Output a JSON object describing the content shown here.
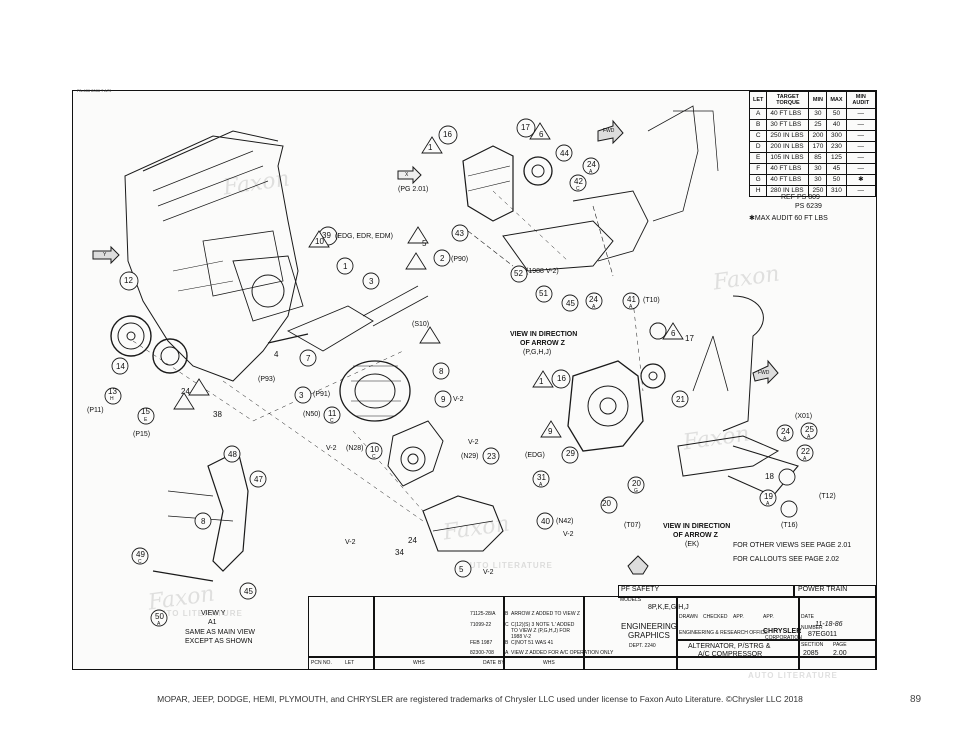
{
  "sheet": {
    "header_stamp": "PA-486 8086 7 A79",
    "torque_table": {
      "headers": [
        "LET",
        "TARGET TORQUE",
        "MIN",
        "MAX",
        "MIN AUDIT"
      ],
      "rows": [
        [
          "A",
          "40 FT LBS",
          "30",
          "50",
          "—"
        ],
        [
          "B",
          "30 FT LBS",
          "25",
          "40",
          "—"
        ],
        [
          "C",
          "250 IN LBS",
          "200",
          "300",
          "—"
        ],
        [
          "D",
          "200 IN LBS",
          "170",
          "230",
          "—"
        ],
        [
          "E",
          "105 IN LBS",
          "85",
          "125",
          "—"
        ],
        [
          "F",
          "40 FT LBS",
          "30",
          "45",
          "—"
        ],
        [
          "G",
          "40 FT LBS",
          "30",
          "50",
          "✱"
        ],
        [
          "H",
          "280 IN LBS",
          "250",
          "310",
          "—"
        ]
      ]
    },
    "refs": [
      "REF PS 809",
      "PS 6239"
    ],
    "max_audit": "✱MAX AUDIT   60 FT LBS",
    "callouts": {
      "c1": "1",
      "c2": "2",
      "c3": "3",
      "c4": "4",
      "c5": "5",
      "c6": "6",
      "c7": "7",
      "c8": "8",
      "c9": "9",
      "c10": "10",
      "c11": "11",
      "c12": "12",
      "c13": "13",
      "c14": "14",
      "c15": "15",
      "c16": "16",
      "c17": "17",
      "c18": "18",
      "c19": "19",
      "c20": "20",
      "c21": "21",
      "c22": "22",
      "c23": "23",
      "c24": "24",
      "c25": "25",
      "c29": "29",
      "c31": "31",
      "c34": "34",
      "c38": "38",
      "c39": "39",
      "c40": "40",
      "c41": "41",
      "c42": "42",
      "c43": "43",
      "c44": "44",
      "c45": "45",
      "c47": "47",
      "c48": "48",
      "c49": "49",
      "c50": "50",
      "c51": "51",
      "c52": "52"
    },
    "letters": {
      "A": "A",
      "B": "B",
      "C": "C",
      "D": "D",
      "E": "E",
      "F": "F",
      "G": "G",
      "H": "H"
    },
    "notes": {
      "edg_edr_edm": "(EDG, EDR, EDM)",
      "p90": "(P90)",
      "s10": "(S10)",
      "p93": "(P93)",
      "p91": "(P91)",
      "n50": "(N50)",
      "n28": "(N28)",
      "n29": "(N29)",
      "n42": "(N42)",
      "p11": "(P11)",
      "p15": "(P15)",
      "pg201": "(PG 2.01)",
      "v2_1988": "(1988 V-2)",
      "t10": "(T10)",
      "x01": "(X01)",
      "t12": "(T12)",
      "t16": "(T16)",
      "t07": "(T07)",
      "edg": "(EDG)",
      "ek": "(EK)",
      "v2": "V-2",
      "view_z1": "VIEW IN DIRECTION",
      "view_z2": "OF ARROW Z",
      "view_z3": "(P,G,H,J)",
      "view_z4": "VIEW IN DIRECTION",
      "view_z5": "OF ARROW Z",
      "view_y1": "VIEW Y",
      "view_y2": "A1",
      "view_y3": "SAME AS MAIN VIEW",
      "view_y4": "EXCEPT AS SHOWN",
      "other_views": "FOR OTHER VIEWS SEE PAGE 2.01",
      "callouts_page": "FOR CALLOUTS SEE PAGE 2.02",
      "arrow_z": "Z",
      "arrow_x": "X",
      "arrow_y": "Y",
      "fwd": "FWD"
    },
    "title_block": {
      "pf_safety": "PF SAFETY",
      "power_train": "POWER TRAIN",
      "models_label": "MODELS",
      "models": "8P,K,E,G,H,J",
      "dept_line1": "ENGINEERING",
      "dept_line2": "GRAPHICS",
      "dept_line3": "DEPT. 2240",
      "drawn": "DRAWN",
      "checked": "CHECKED",
      "app": "APP.",
      "date_label": "DATE",
      "date": "11-18-86",
      "office": "ENGINEERING & RESEARCH OFFICE",
      "brand": "CHRYSLER",
      "brand_sub": "CORPORATION",
      "number_label": "NUMBER",
      "number": "87EG011",
      "title1": "ALTERNATOR, P/STRG &",
      "title2": "A/C COMPRESSOR",
      "section_label": "SECTION",
      "section": "2085",
      "page_label": "PAGE",
      "page": "2.00",
      "changes": [
        [
          "71125-28/A",
          "B",
          "ARROW Z ADDED TO VIEW Z"
        ],
        [
          "71099-22",
          "C",
          "C(12)(S) 3 NOTE 'L' ADDED TO VIEW Z (P,G,H,J) FOR 1988 V-2"
        ],
        [
          "FEB 1987",
          "B",
          "C(NOT 51 WAS 41"
        ],
        [
          "82300-708",
          "A",
          "VIEW Z ADDED FOR A/C OPERATION ONLY"
        ]
      ],
      "col_pcn": "PCN NO.",
      "col_ltr": "LET",
      "col_whs": "WHS",
      "col_date": "DATE",
      "col_by": "BY"
    },
    "watermark": "Faxon",
    "watermark_sub": "AUTO LITERATURE"
  },
  "footer": {
    "trademark": "MOPAR, JEEP, DODGE, HEMI, PLYMOUTH, and CHRYSLER are registered trademarks of Chrysler LLC used under license to Faxon Auto Literature. ©Chrysler LLC 2018",
    "page_number": "89"
  }
}
